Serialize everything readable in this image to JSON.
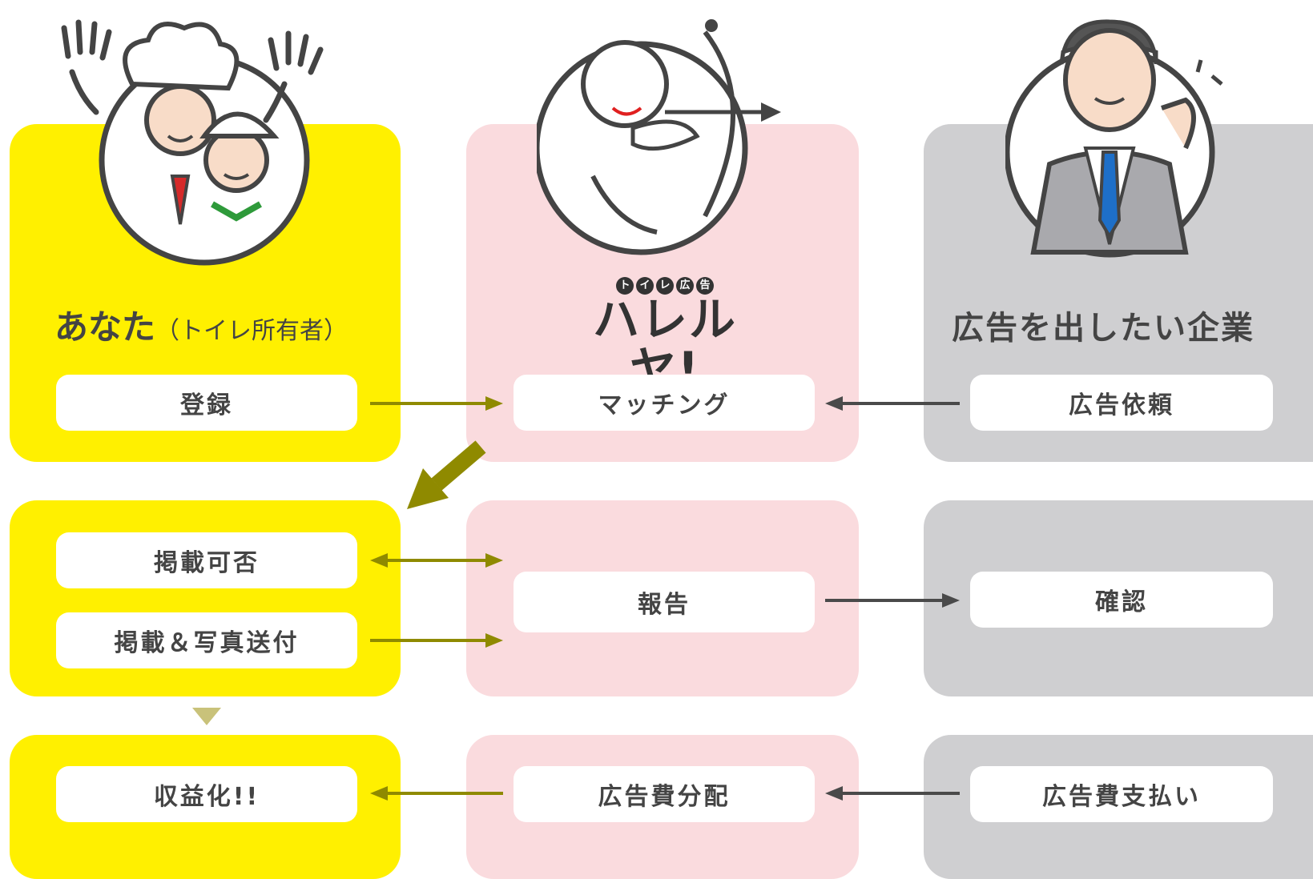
{
  "columns": {
    "owner": {
      "title": "あなた",
      "subtitle": "（トイレ所有者）",
      "steps": {
        "register": "登録",
        "approval": "掲載可否",
        "photo_send": "掲載＆写真送付",
        "profit": "収益化!!"
      }
    },
    "hallelujah": {
      "logo_small": [
        "ト",
        "イ",
        "レ",
        "広",
        "告"
      ],
      "logo_main": "ハレルヤ!",
      "steps": {
        "matching": "マッチング",
        "report": "報告",
        "distribution": "広告費分配"
      }
    },
    "company": {
      "title": "広告を出したい企業",
      "steps": {
        "request": "広告依頼",
        "confirm": "確認",
        "payment": "広告費支払い"
      }
    }
  },
  "colors": {
    "yellow": "#fff000",
    "pink": "#fadbde",
    "gray": "#cfcfd1",
    "olive_arrow": "#8f8a00",
    "dark_arrow": "#4a4a4a",
    "text": "#444444"
  }
}
